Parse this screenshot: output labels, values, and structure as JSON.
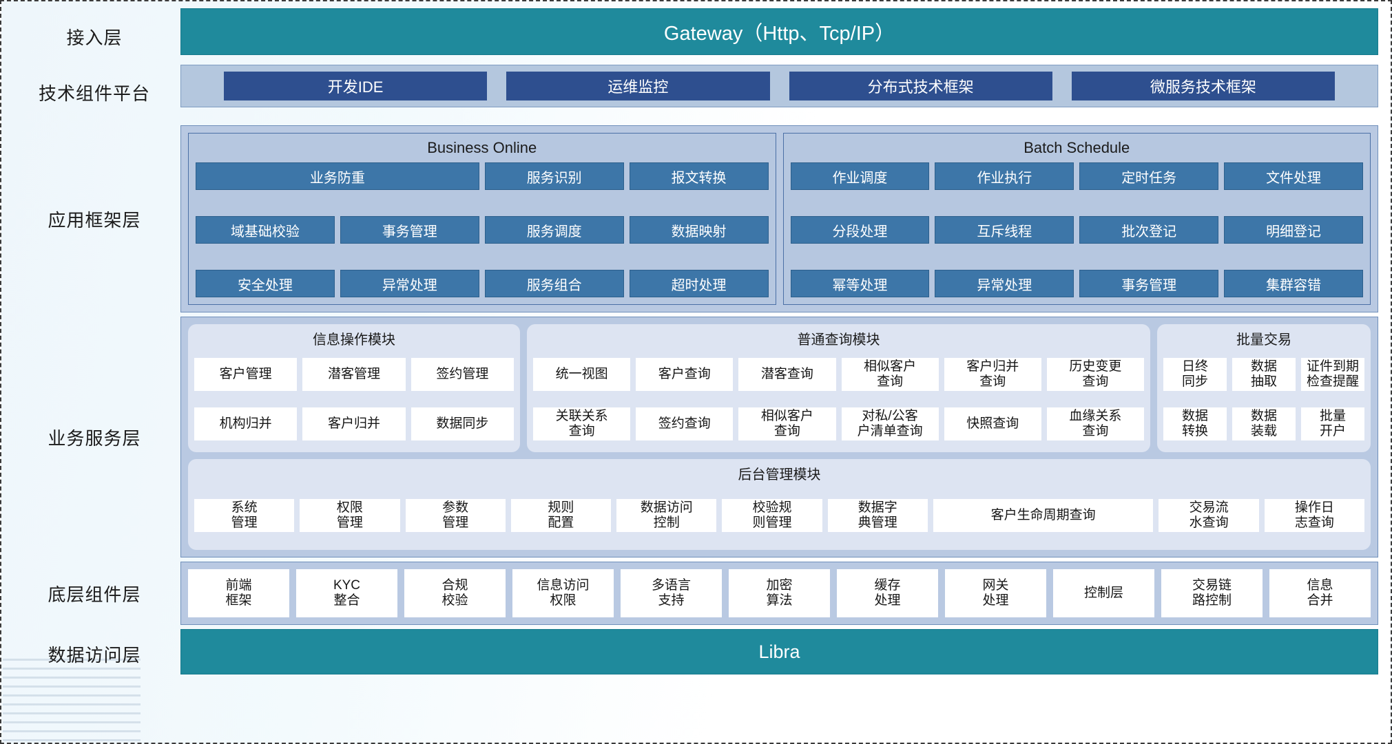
{
  "layers": {
    "access": "接入层",
    "tech_platform": "技术组件平台",
    "app_framework": "应用框架层",
    "business_service": "业务服务层",
    "base_component": "底层组件层",
    "data_access": "数据访问层"
  },
  "gateway": {
    "label": "Gateway（Http、Tcp/IP）"
  },
  "data_access_bar": {
    "label": "Libra"
  },
  "tech_components": [
    {
      "label": "开发IDE"
    },
    {
      "label": "运维监控"
    },
    {
      "label": "分布式技术框架"
    },
    {
      "label": "微服务技术框架"
    }
  ],
  "app_framework": {
    "business_online": {
      "title": "Business Online",
      "wide_cell": "业务防重",
      "right_top": [
        "服务识别",
        "报文转换"
      ],
      "row2": [
        "域基础校验",
        "事务管理",
        "服务调度",
        "数据映射"
      ],
      "row3": [
        "安全处理",
        "异常处理",
        "服务组合",
        "超时处理"
      ]
    },
    "batch_schedule": {
      "title": "Batch Schedule",
      "row1": [
        "作业调度",
        "作业执行",
        "定时任务",
        "文件处理"
      ],
      "row2": [
        "分段处理",
        "互斥线程",
        "批次登记",
        "明细登记"
      ],
      "row3": [
        "幂等处理",
        "异常处理",
        "事务管理",
        "集群容错"
      ]
    }
  },
  "business_service": {
    "info_module": {
      "title": "信息操作模块",
      "row1": [
        "客户管理",
        "潜客管理",
        "签约管理"
      ],
      "row2": [
        "机构归并",
        "客户归并",
        "数据同步"
      ]
    },
    "query_module": {
      "title": "普通查询模块",
      "row1": [
        "统一视图",
        "客户查询",
        "潜客查询",
        "相似客户\n查询",
        "客户归并\n查询",
        "历史变更\n查询"
      ],
      "row2": [
        "关联关系\n查询",
        "签约查询",
        "相似客户\n查询",
        "对私/公客\n户清单查询",
        "快照查询",
        "血缘关系\n查询"
      ]
    },
    "batch_trade": {
      "title": "批量交易",
      "row1": [
        "日终\n同步",
        "数据\n抽取",
        "证件到期\n检查提醒"
      ],
      "row2": [
        "数据\n转换",
        "数据\n装载",
        "批量\n开户"
      ]
    },
    "admin_module": {
      "title": "后台管理模块",
      "cells": [
        "系统\n管理",
        "权限\n管理",
        "参数\n管理",
        "规则\n配置",
        "数据访问\n控制",
        "校验规\n则管理",
        "数据字\n典管理",
        "客户生命周期查询",
        "交易流\n水查询",
        "操作日\n志查询"
      ]
    }
  },
  "base_components": [
    "前端\n框架",
    "KYC\n整合",
    "合规\n校验",
    "信息访问\n权限",
    "多语言\n支持",
    "加密\n算法",
    "缓存\n处理",
    "网关\n处理",
    "控制层",
    "交易链\n路控制",
    "信息\n合并"
  ],
  "colors": {
    "teal": "#1f8a9c",
    "dark_blue_chip": "#2e4f8f",
    "blue_chip": "#3d76a8",
    "panel_bg": "#b9c9e2",
    "module_bg": "#dde4f2",
    "tech_bar_bg": "#b4c7de"
  }
}
